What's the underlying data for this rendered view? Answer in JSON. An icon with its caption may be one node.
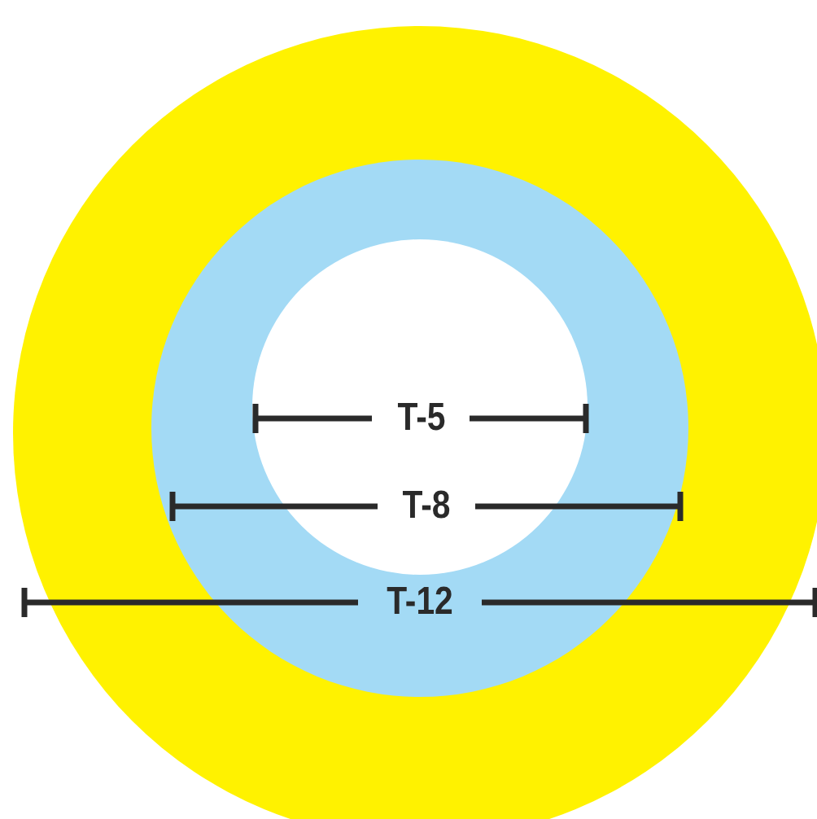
{
  "diagram": {
    "labels": [
      "T-5",
      "T-8",
      "T-12"
    ]
  }
}
